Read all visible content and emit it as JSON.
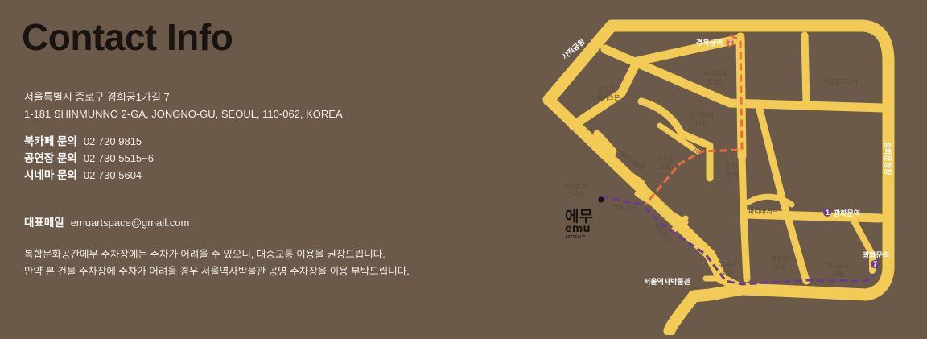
{
  "title": "Contact Info",
  "address": {
    "korean": "서울특별시 종로구 경희궁1가길 7",
    "english": "1-181 SHINMUNNO 2-GA, JONGNO-GU, SEOUL, 110-062, KOREA"
  },
  "phones": [
    {
      "label": "북카페 문의",
      "number": "02 720 9815"
    },
    {
      "label": "공연장 문의",
      "number": "02 730 5515~6"
    },
    {
      "label": "시네마 문의",
      "number": "02 730 5604"
    }
  ],
  "email": {
    "label": "대표메일",
    "value": "emuartspace@gmail.com"
  },
  "notice": [
    "복합문화공간에무 주차장에는 주차가 어려울 수 있으니, 대중교통 이용을 권장드립니다.",
    "만약 본 건물 주차장에 주차가 어려울 경우 서울역사박물관 공영 주차장을 이용 부탁드립니다."
  ],
  "map": {
    "colors": {
      "road": "#f2cb57",
      "route_orange": "#e8703a",
      "route_purple": "#6b3a8c",
      "station_marker": "#6b3a8c",
      "text": "#5b4b3c"
    },
    "road_labels": {
      "sajik": "사직공원",
      "seongok": "성곡미술관",
      "saemunan_road": "새문안로",
      "gwanghwamun_square": "광화문광장"
    },
    "stations": {
      "gyeongbokgung": "경복궁역",
      "gyeongbokgung_line": "7",
      "gwanghwamun": "광화문역",
      "gwanghwamun_line": "1",
      "gwanghwamun2": "광화문역",
      "gwanghwamun2_line": "7"
    },
    "places": {
      "seoul_police": "서울지방\n경찰청",
      "seoul_edu": "서울정부청사",
      "gyeonghui_spain": "경희궁\n스페이스본",
      "gyeonghui_morning": "경희궁의\n아침",
      "naesu_church": "내수동\n교회",
      "sinhan_bank": "신한\n은행",
      "isan_inst": "이산정책\n연구원",
      "salim_church": "살롬교회",
      "paris_baguette": "파리바게트",
      "guse_hall": "구세군\n회관",
      "saemunan_church": "새문안\n교회",
      "four_seasons": "포시즌스\n호텔",
      "history_museum": "서울역사박물관",
      "su": "수"
    },
    "logo": {
      "korean": "에무",
      "latin": "emu",
      "sub": "ARTSPACE"
    }
  }
}
